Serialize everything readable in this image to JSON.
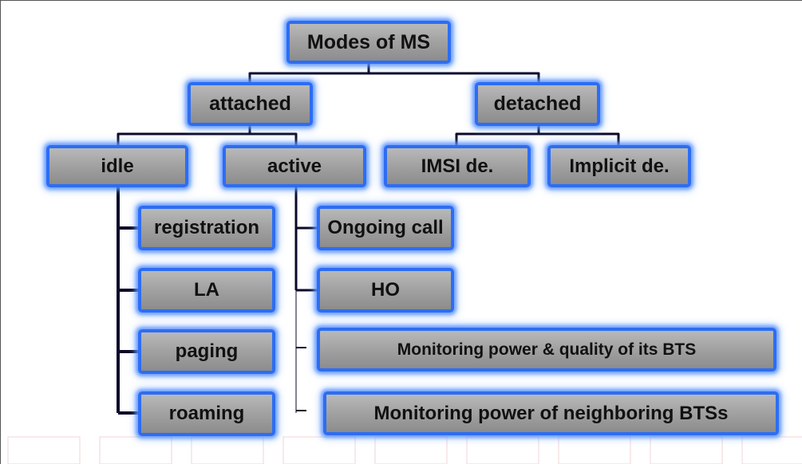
{
  "diagram": {
    "root": "Modes of MS",
    "attached": "attached",
    "detached": "detached",
    "idle": "idle",
    "active": "active",
    "imsi_detach": "IMSI de.",
    "implicit_detach": "Implicit de.",
    "idle_children": [
      "registration",
      "LA",
      "paging",
      "roaming"
    ],
    "active_children": [
      "Ongoing call",
      "HO",
      "Monitoring power & quality of its BTS",
      "Monitoring power of neighboring BTSs"
    ]
  },
  "colors": {
    "node_fill": "#a3a3a3",
    "node_border": "#2d6df2",
    "connector": "#0a0a28",
    "background_accent": "#e7b3b3"
  }
}
